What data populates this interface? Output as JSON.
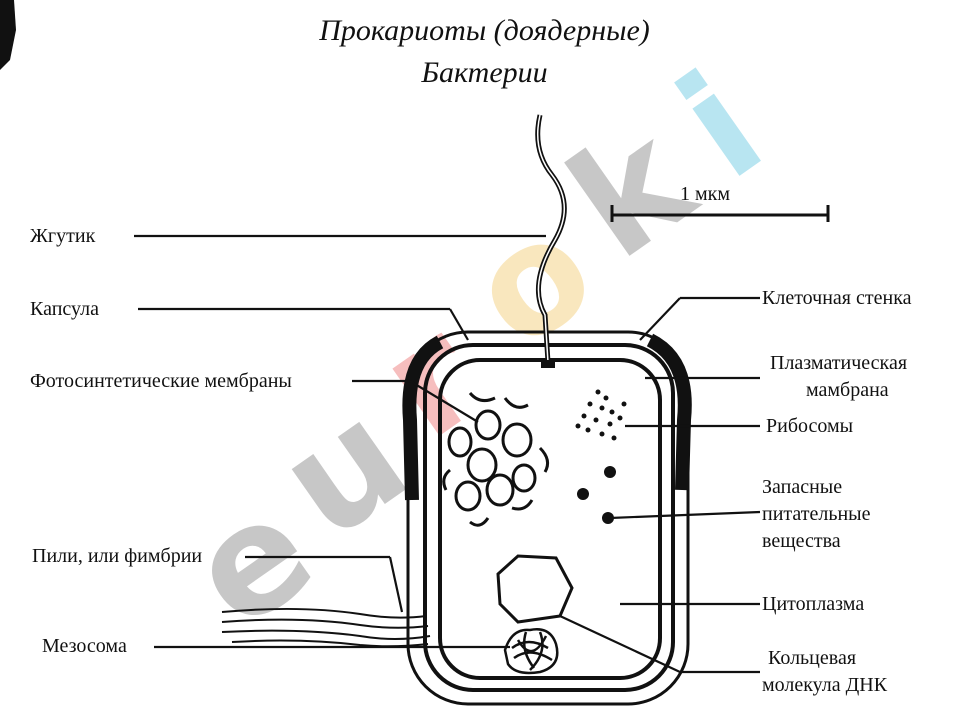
{
  "title_line1": "Прокариоты (доядерные)",
  "title_line2": "Бактерии",
  "scale_label": "1 мкм",
  "labels": {
    "flagellum": "Жгутик",
    "capsule": "Капсула",
    "photosynthetic_membranes": "Фотосинтетические мембраны",
    "pili": "Пили, или фимбрии",
    "mesosome": "Мезосома",
    "cell_wall": "Клеточная стенка",
    "plasma_membrane_1": "Плазматическая",
    "plasma_membrane_2": "мамбрана",
    "ribosomes": "Рибосомы",
    "reserve_1": "Запасные",
    "reserve_2": "питательные",
    "reserve_3": "вещества",
    "cytoplasm": "Цитоплазма",
    "dna_1": "Кольцевая",
    "dna_2": "молекула ДНК"
  },
  "watermark": {
    "letters": [
      "e",
      "u",
      "r",
      "o",
      "k",
      "i"
    ],
    "colors": [
      "#9a9a9a",
      "#9a9a9a",
      "#f08a8a",
      "#f5d48a",
      "#9a9a9a",
      "#7fd0e6"
    ]
  }
}
